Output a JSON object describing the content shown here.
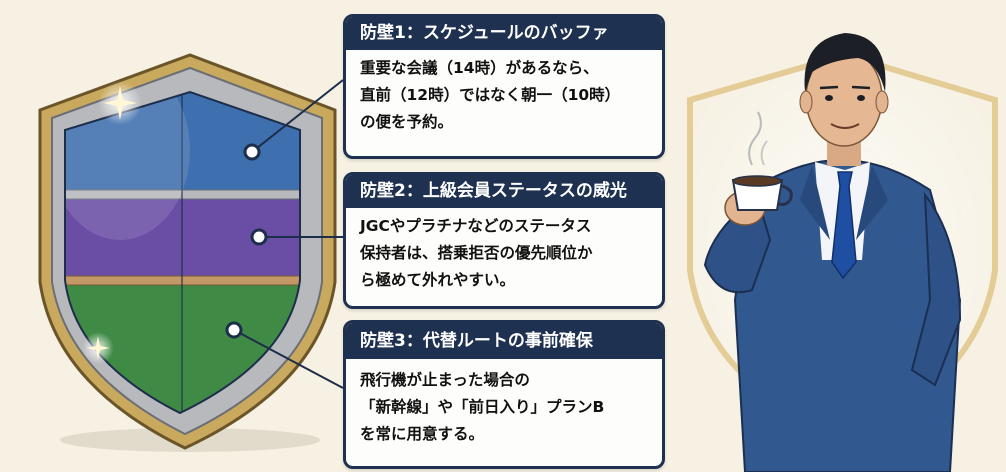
{
  "barriers": [
    {
      "title": "防壁1：スケジュールのバッファ",
      "lines": [
        "重要な会議（14時）があるなら、",
        "直前（12時）ではなく朝一（10時）",
        "の便を予約。"
      ],
      "color": "#3c6fb0"
    },
    {
      "title": "防壁2：上級会員ステータスの威光",
      "lines": [
        "JGCやプラチナなどのステータス",
        "保持者は、搭乗拒否の優先順位か",
        "ら極めて外れやすい。"
      ],
      "color": "#6a4fa6"
    },
    {
      "title": "防壁3：代替ルートの事前確保",
      "lines": [
        "飛行機が止まった場合の",
        "「新幹線」や「前日入り」プランB",
        "を常に用意する。"
      ],
      "color": "#3f8a45"
    }
  ],
  "colors": {
    "background": "#f6f1e3",
    "card_header": "#1f3150",
    "shield_rim": "#c9a45a"
  }
}
